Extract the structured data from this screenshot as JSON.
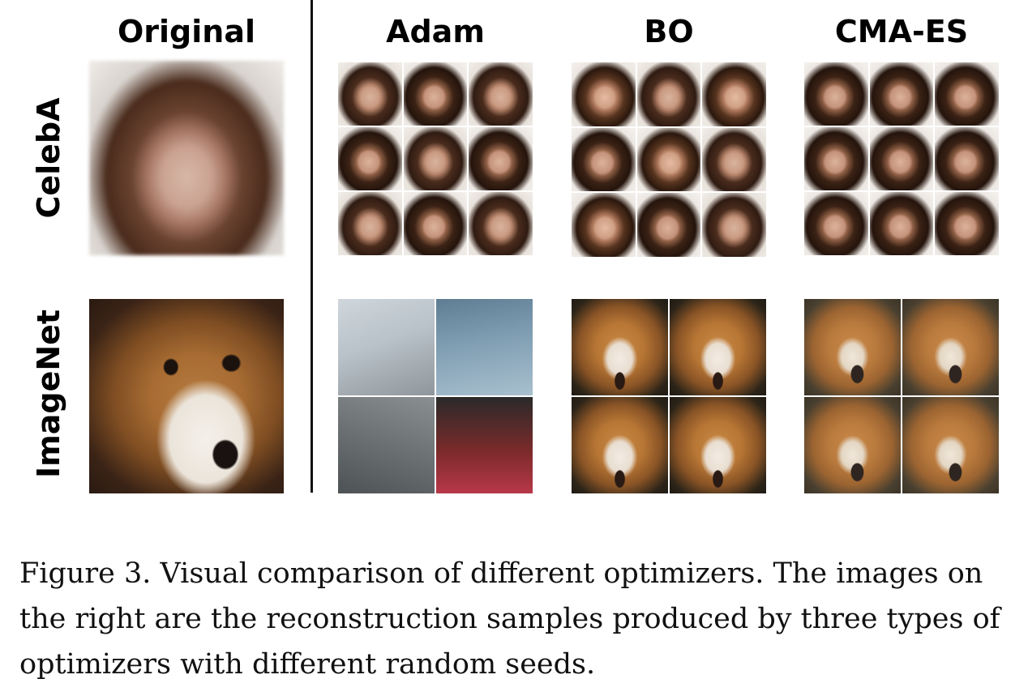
{
  "column_headers": {
    "original": "Original",
    "adam": "Adam",
    "bo": "BO",
    "cmaes": "CMA-ES"
  },
  "row_labels": {
    "celeba": "CelebA",
    "imagenet": "ImageNet"
  },
  "caption": "Figure 3.  Visual comparison of different optimizers.  The images on the right are the reconstruction samples produced by three types of optimizers with different random seeds."
}
